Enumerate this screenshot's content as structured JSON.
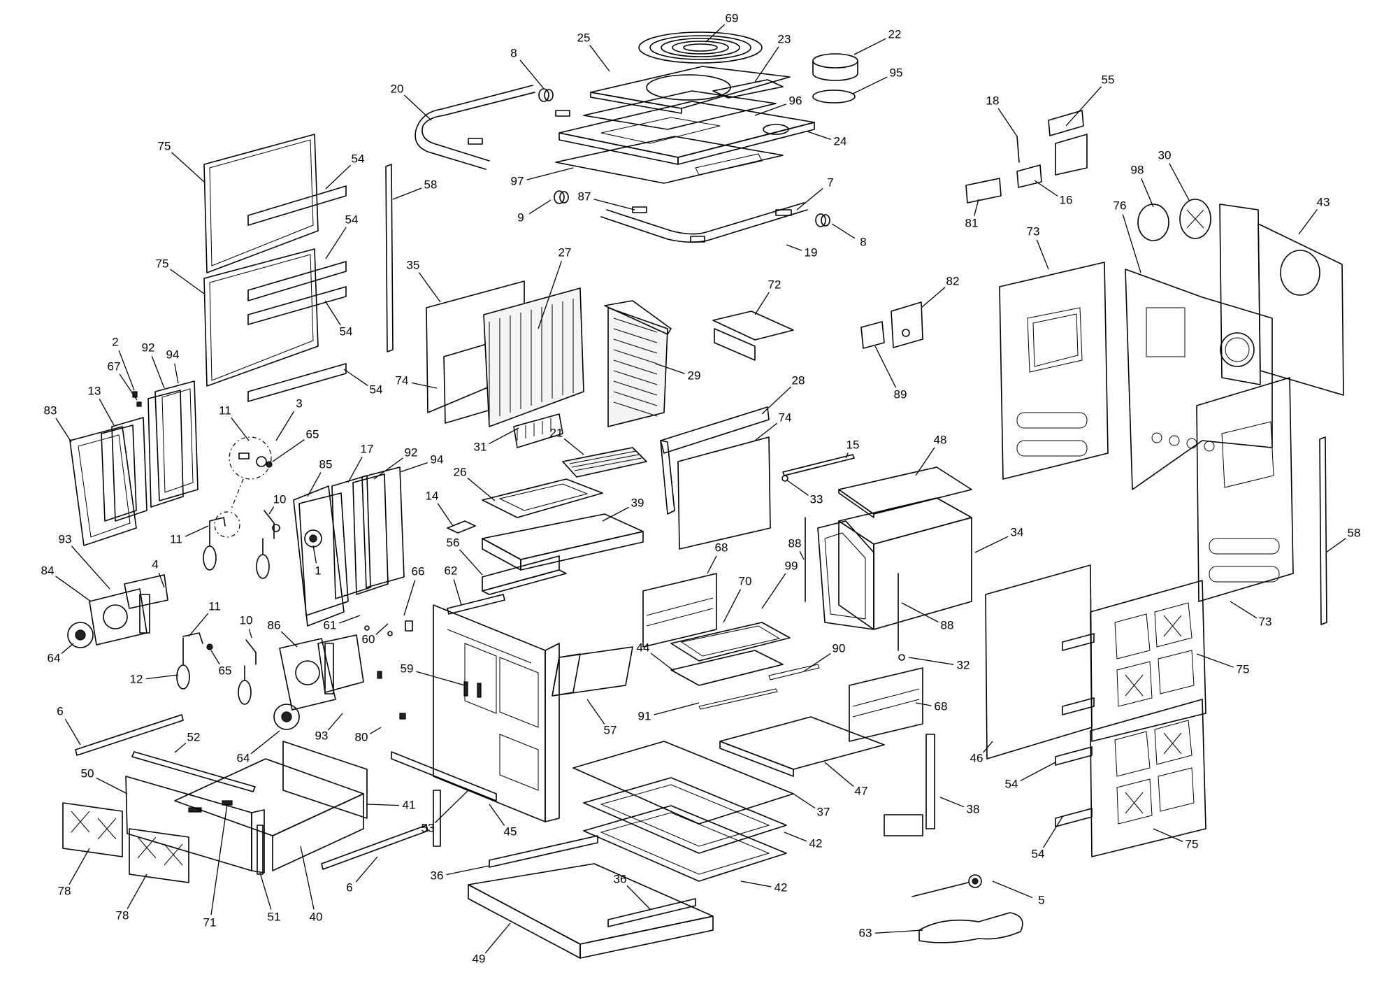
{
  "diagram": {
    "type": "exploded-parts",
    "callouts": [
      {
        "label": "69"
      },
      {
        "label": "25"
      },
      {
        "label": "23"
      },
      {
        "label": "22"
      },
      {
        "label": "8"
      },
      {
        "label": "20"
      },
      {
        "label": "95"
      },
      {
        "label": "96"
      },
      {
        "label": "24"
      },
      {
        "label": "97"
      },
      {
        "label": "9"
      },
      {
        "label": "87"
      },
      {
        "label": "7"
      },
      {
        "label": "8"
      },
      {
        "label": "19"
      },
      {
        "label": "75"
      },
      {
        "label": "54"
      },
      {
        "label": "58"
      },
      {
        "label": "54"
      },
      {
        "label": "75"
      },
      {
        "label": "54"
      },
      {
        "label": "54"
      },
      {
        "label": "35"
      },
      {
        "label": "27"
      },
      {
        "label": "72"
      },
      {
        "label": "29"
      },
      {
        "label": "74"
      },
      {
        "label": "28"
      },
      {
        "label": "74"
      },
      {
        "label": "2"
      },
      {
        "label": "92"
      },
      {
        "label": "94"
      },
      {
        "label": "67"
      },
      {
        "label": "13"
      },
      {
        "label": "83"
      },
      {
        "label": "11"
      },
      {
        "label": "3"
      },
      {
        "label": "65"
      },
      {
        "label": "85"
      },
      {
        "label": "17"
      },
      {
        "label": "92"
      },
      {
        "label": "94"
      },
      {
        "label": "10"
      },
      {
        "label": "11"
      },
      {
        "label": "1"
      },
      {
        "label": "31"
      },
      {
        "label": "21"
      },
      {
        "label": "26"
      },
      {
        "label": "14"
      },
      {
        "label": "39"
      },
      {
        "label": "15"
      },
      {
        "label": "33"
      },
      {
        "label": "48"
      },
      {
        "label": "18"
      },
      {
        "label": "55"
      },
      {
        "label": "16"
      },
      {
        "label": "81"
      },
      {
        "label": "82"
      },
      {
        "label": "89"
      },
      {
        "label": "73"
      },
      {
        "label": "98"
      },
      {
        "label": "30"
      },
      {
        "label": "43"
      },
      {
        "label": "76"
      },
      {
        "label": "58"
      },
      {
        "label": "73"
      },
      {
        "label": "93"
      },
      {
        "label": "4"
      },
      {
        "label": "84"
      },
      {
        "label": "64"
      },
      {
        "label": "11"
      },
      {
        "label": "65"
      },
      {
        "label": "12"
      },
      {
        "label": "10"
      },
      {
        "label": "86"
      },
      {
        "label": "61"
      },
      {
        "label": "60"
      },
      {
        "label": "66"
      },
      {
        "label": "56"
      },
      {
        "label": "62"
      },
      {
        "label": "59"
      },
      {
        "label": "88"
      },
      {
        "label": "34"
      },
      {
        "label": "68"
      },
      {
        "label": "70"
      },
      {
        "label": "99"
      },
      {
        "label": "88"
      },
      {
        "label": "32"
      },
      {
        "label": "44"
      },
      {
        "label": "90"
      },
      {
        "label": "91"
      },
      {
        "label": "68"
      },
      {
        "label": "57"
      },
      {
        "label": "46"
      },
      {
        "label": "75"
      },
      {
        "label": "6"
      },
      {
        "label": "52"
      },
      {
        "label": "64"
      },
      {
        "label": "93"
      },
      {
        "label": "80"
      },
      {
        "label": "47"
      },
      {
        "label": "37"
      },
      {
        "label": "38"
      },
      {
        "label": "50"
      },
      {
        "label": "41"
      },
      {
        "label": "53"
      },
      {
        "label": "45"
      },
      {
        "label": "42"
      },
      {
        "label": "54"
      },
      {
        "label": "54"
      },
      {
        "label": "75"
      },
      {
        "label": "36"
      },
      {
        "label": "36"
      },
      {
        "label": "42"
      },
      {
        "label": "78"
      },
      {
        "label": "78"
      },
      {
        "label": "71"
      },
      {
        "label": "51"
      },
      {
        "label": "40"
      },
      {
        "label": "6"
      },
      {
        "label": "49"
      },
      {
        "label": "5"
      },
      {
        "label": "63"
      }
    ]
  }
}
